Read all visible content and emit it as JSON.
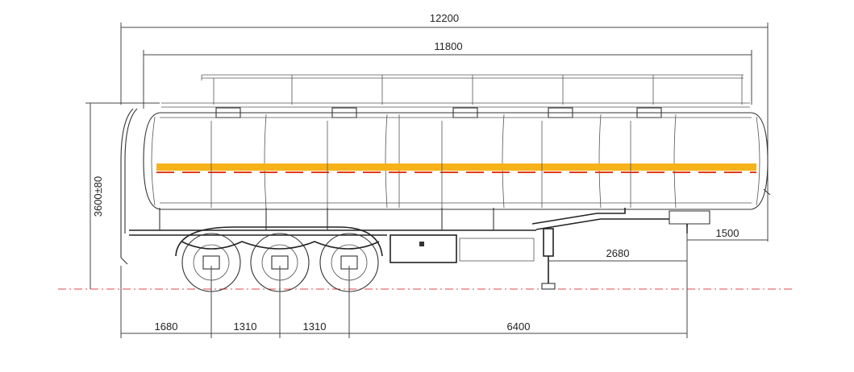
{
  "dimensions": {
    "overall_length": "12200",
    "tank_length": "11800",
    "overall_height": "3600±80",
    "kingpin_to_axle": "2680",
    "front_overhang": "1500",
    "rear_overhang": "1680",
    "axle_spacing_1": "1310",
    "axle_spacing_2": "1310",
    "axle_to_kingpin": "6400"
  },
  "colors": {
    "stripe": "#f7b21a",
    "stripe_dash": "#e23a16",
    "lines": "#333333",
    "ground": "#e04a4a"
  }
}
